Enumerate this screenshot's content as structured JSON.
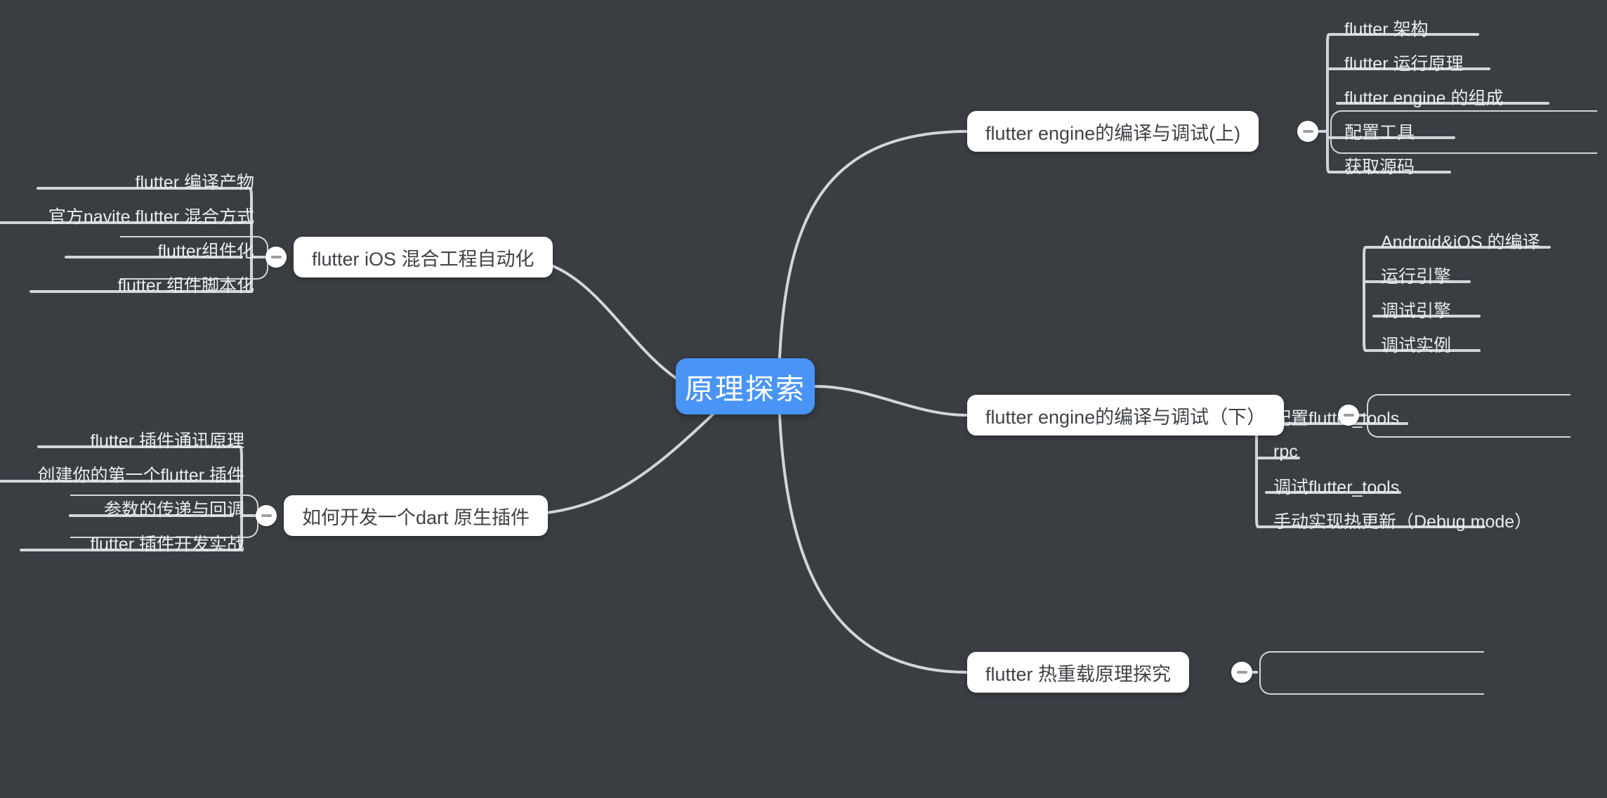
{
  "theme": {
    "background": "#3a3e43",
    "root_fill": "#4a94f7",
    "root_text": "#ffffff",
    "node_fill": "#ffffff",
    "node_text": "#3f4347",
    "leaf_text": "#e9ebed",
    "edge_color": "#d3d6d8"
  },
  "root": {
    "label": "原理探索"
  },
  "branches": [
    {
      "id": "engine-compile-debug-part1",
      "label": "flutter engine的编译与调试(上)",
      "side": "right",
      "toggle_icon": "minus-icon",
      "children": [
        {
          "label": "flutter 架构",
          "selected": false
        },
        {
          "label": "flutter 运行原理",
          "selected": false
        },
        {
          "label": "flutter engine 的组成",
          "selected": true
        },
        {
          "label": "配置工具",
          "selected": false
        },
        {
          "label": "获取源码",
          "selected": false
        }
      ]
    },
    {
      "id": "engine-compile-debug-part2",
      "label": "flutter engine的编译与调试（下）",
      "side": "right",
      "toggle_icon": "minus-icon",
      "children": [
        {
          "label": "Android&iOS 的编译",
          "selected": false
        },
        {
          "label": "运行引擎",
          "selected": false
        },
        {
          "label": "调试引擎",
          "selected": true
        },
        {
          "label": "调试实例",
          "selected": false
        }
      ]
    },
    {
      "id": "hot-reload-principle",
      "label": "flutter 热重载原理探究",
      "side": "right",
      "toggle_icon": "minus-icon",
      "children": [
        {
          "label": "配置flutter_tools",
          "selected": false
        },
        {
          "label": "rpc",
          "selected": false
        },
        {
          "label": "调试flutter_tools",
          "selected": true
        },
        {
          "label": "手动实现热更新（Debug mode）",
          "selected": false
        }
      ]
    },
    {
      "id": "ios-hybrid-automation",
      "label": "flutter iOS 混合工程自动化",
      "side": "left",
      "toggle_icon": "minus-icon",
      "children": [
        {
          "label": "flutter 编译产物",
          "selected": false
        },
        {
          "label": "官方navite flutter 混合方式",
          "selected": false
        },
        {
          "label": "flutter组件化",
          "selected": true
        },
        {
          "label": "flutter 组件脚本化",
          "selected": false
        }
      ]
    },
    {
      "id": "dart-native-plugin",
      "label": "如何开发一个dart 原生插件",
      "side": "left",
      "toggle_icon": "minus-icon",
      "children": [
        {
          "label": "flutter 插件通讯原理",
          "selected": false
        },
        {
          "label": "创建你的第一个flutter 插件",
          "selected": false
        },
        {
          "label": "参数的传递与回调",
          "selected": true
        },
        {
          "label": "flutter 插件开发实战",
          "selected": false
        }
      ]
    }
  ]
}
